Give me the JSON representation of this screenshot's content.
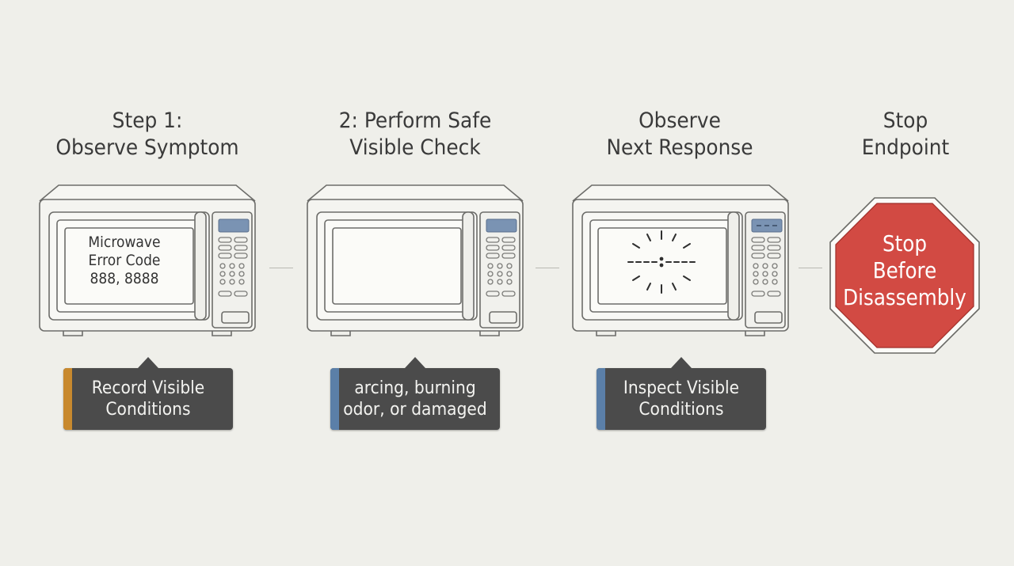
{
  "steps": [
    {
      "title_line1": "Step 1:",
      "title_line2": "Observe Symptom",
      "screen_line1": "Microwave",
      "screen_line2": "Error Code",
      "screen_line3": "888, 8888",
      "note_line1": "Record Visible",
      "note_line2": "Conditions",
      "note_accent": "#c8892e"
    },
    {
      "title_line1": "2: Perform Safe",
      "title_line2": "Visible Check",
      "note_line1": "arcing, burning",
      "note_line2": "odor, or damaged",
      "note_accent": "#5b7fa8"
    },
    {
      "title_line1": "Observe",
      "title_line2": "Next Response",
      "note_line1": "Inspect Visible",
      "note_line2": "Conditions",
      "note_accent": "#5b7fa8"
    },
    {
      "title_line1": "Stop",
      "title_line2": "Endpoint",
      "sign_line1": "Stop",
      "sign_line2": "Before",
      "sign_line3": "Disassembly",
      "sign_color": "#d24a43"
    }
  ],
  "icons": {
    "appliance": "microwave-icon",
    "blinking_display": "blinking-display-icon",
    "stop_sign": "stop-sign-icon"
  },
  "colors": {
    "background": "#efefea",
    "note_background": "#4b4b4b",
    "display_panel": "#7a93b3"
  }
}
